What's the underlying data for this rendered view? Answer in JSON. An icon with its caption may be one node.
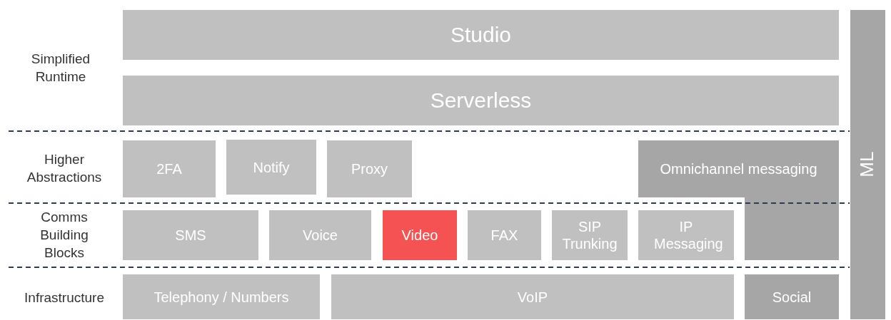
{
  "diagram": {
    "nodes": [
      {
        "text": [
          "Studio"
        ]
      },
      {
        "text": [
          "Serverless"
        ]
      },
      {
        "text": [
          "2FA"
        ]
      },
      {
        "text": [
          "Notify"
        ]
      },
      {
        "text": [
          "Proxy"
        ]
      },
      {
        "text": [
          "Omnichannel messaging"
        ]
      },
      {
        "text": [
          "SMS"
        ]
      },
      {
        "text": [
          "Voice"
        ]
      },
      {
        "text": [
          "Video"
        ]
      },
      {
        "text": [
          "FAX"
        ]
      },
      {
        "text": [
          "SIP Trunking"
        ]
      },
      {
        "text": [
          "IP Messaging"
        ]
      },
      {
        "text": [
          "Telephony / Numbers"
        ]
      },
      {
        "text": [
          "VoIP"
        ]
      },
      {
        "text": [
          "Social"
        ]
      },
      {
        "text": [
          "ML"
        ]
      }
    ],
    "edges": [],
    "labels": [
      "Simplified Runtime",
      "Higher Abstractions",
      "Comms Building Blocks",
      "Infrastructure"
    ]
  }
}
